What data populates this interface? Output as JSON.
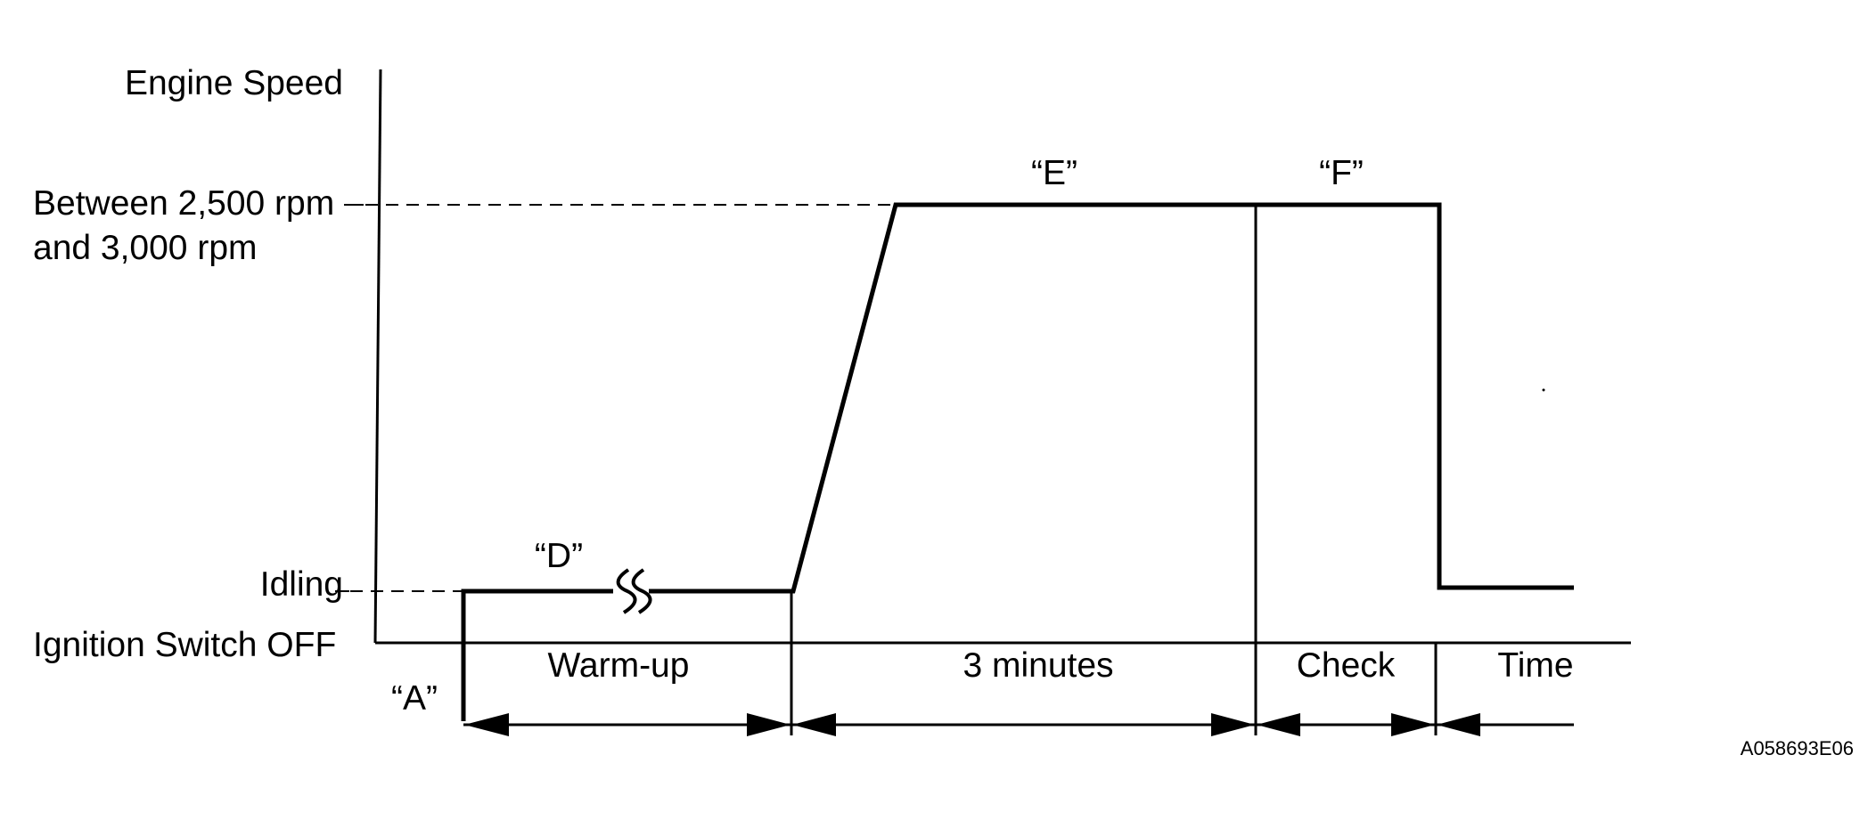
{
  "axis": {
    "y_title": "Engine Speed",
    "level_high_line1": "Between 2,500 rpm",
    "level_high_line2": "and  3,000 rpm",
    "level_idle": "Idling",
    "level_off": "Ignition Switch OFF"
  },
  "points": {
    "a": "“A”",
    "d": "“D”",
    "e": "“E”",
    "f": "“F”"
  },
  "intervals": {
    "warmup": "Warm-up",
    "three_min": "3 minutes",
    "check": "Check",
    "time": "Time"
  },
  "figure_ref": "A058693E06",
  "colors": {
    "ink": "#000000",
    "background": "#ffffff"
  }
}
